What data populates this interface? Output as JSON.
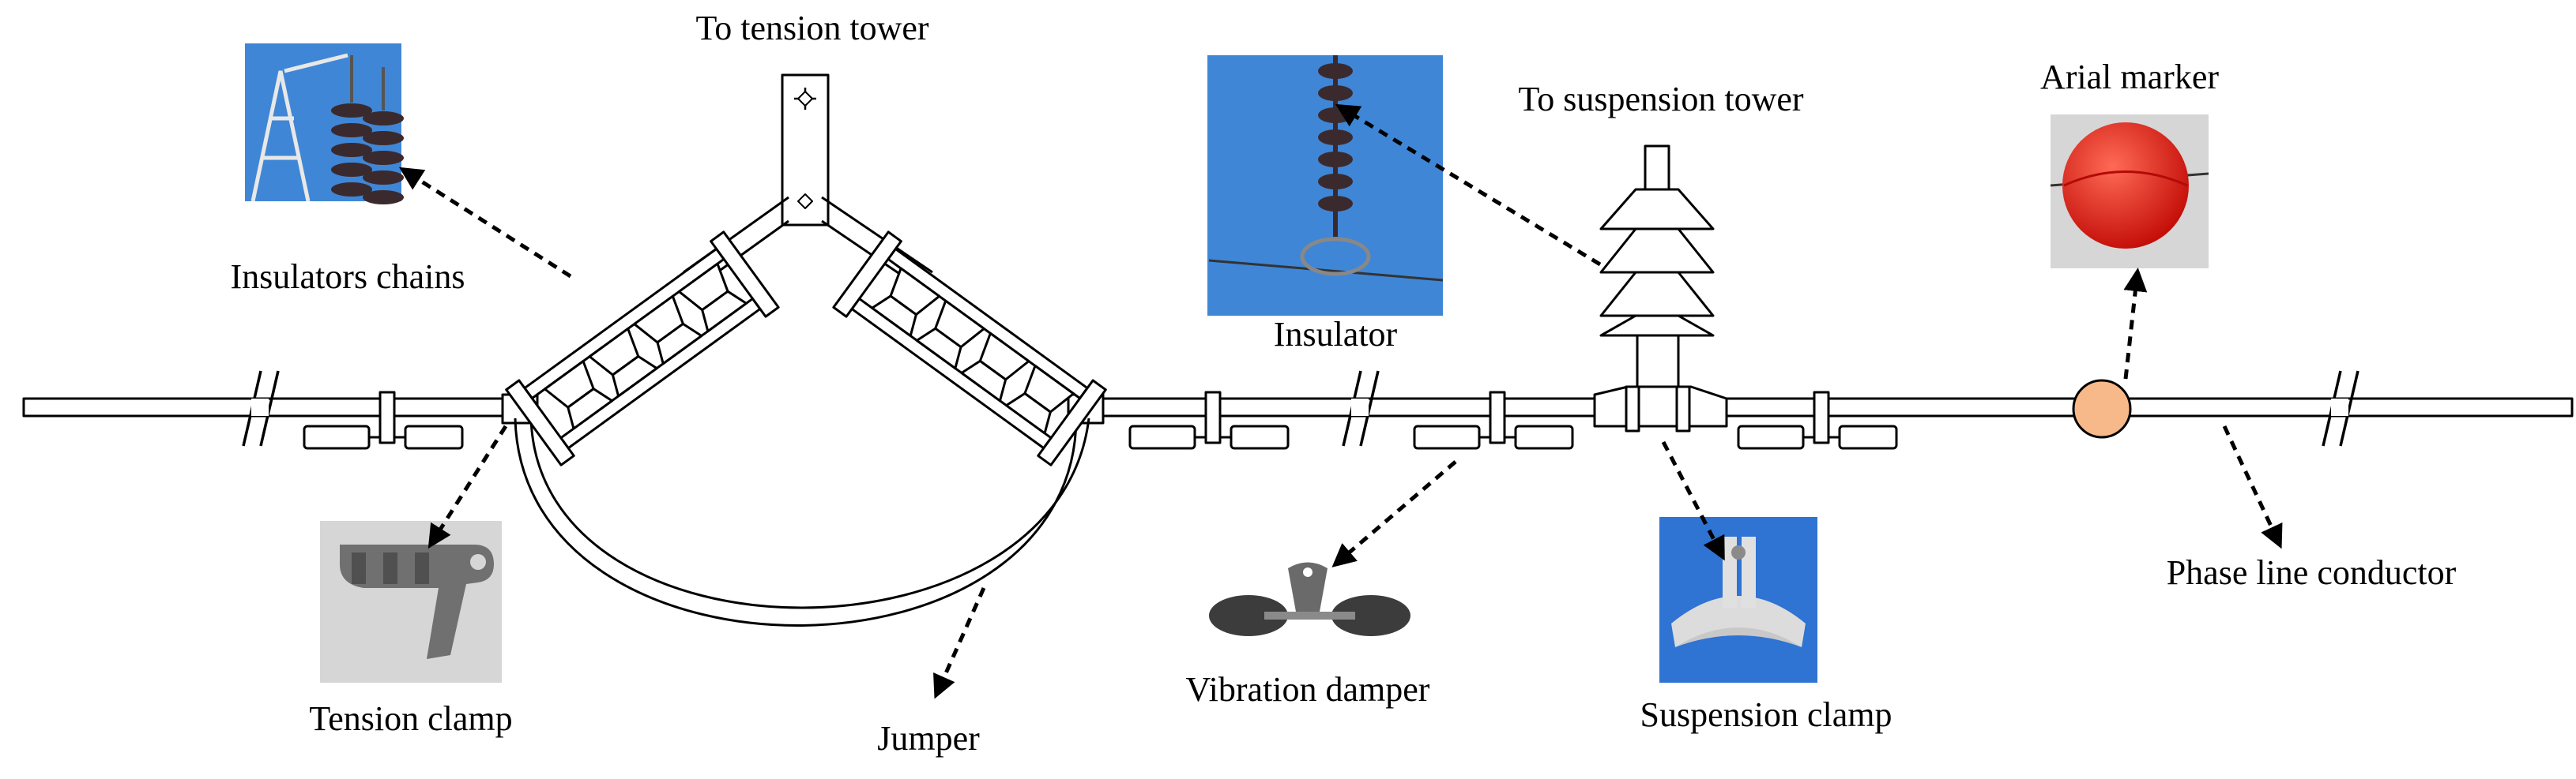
{
  "labels": {
    "to_tension_tower": "To tension tower",
    "insulators_chains": "Insulators chains",
    "to_suspension_tower": "To suspension tower",
    "insulator": "Insulator",
    "arial_marker": "Arial marker",
    "tension_clamp": "Tension clamp",
    "jumper": "Jumper",
    "vibration_damper": "Vibration damper",
    "suspension_clamp": "Suspension clamp",
    "phase_line_conductor": "Phase line conductor"
  },
  "colors": {
    "outline": "#000000",
    "background": "#ffffff",
    "marker_ball": "#f7b98a",
    "photo_sky": "#3f86d6",
    "photo_grey": "#d6d6d6",
    "photo_blue": "#2f73d3",
    "insulator_dark": "#3a2a2e",
    "marker_red": "#e8160f",
    "metal": "#707070"
  },
  "photos": [
    {
      "name": "insulators-chains-photo",
      "icon": "insulator-chains-photo"
    },
    {
      "name": "insulator-photo",
      "icon": "insulator-photo"
    },
    {
      "name": "arial-marker-photo",
      "icon": "aerial-marker-photo"
    },
    {
      "name": "tension-clamp-photo",
      "icon": "tension-clamp-photo"
    },
    {
      "name": "vibration-damper-photo",
      "icon": "vibration-damper-photo"
    },
    {
      "name": "suspension-clamp-photo",
      "icon": "suspension-clamp-photo"
    }
  ]
}
